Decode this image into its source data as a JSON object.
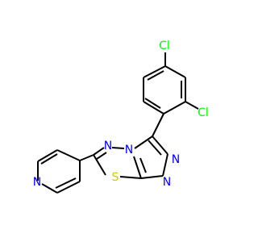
{
  "colors": {
    "bond": "#000000",
    "background": "#ffffff"
  },
  "atoms": {
    "cl_top": {
      "label": "Cl",
      "color": "#00ff00"
    },
    "cl_right": {
      "label": "Cl",
      "color": "#00ff00"
    },
    "n_pyridine": {
      "label": "N",
      "color": "#0000ff"
    },
    "n_triazole_top": {
      "label": "N",
      "color": "#0000ff"
    },
    "n_thiadiazole": {
      "label": "N",
      "color": "#0000ff"
    },
    "n_bridge": {
      "label": "N",
      "color": "#0000ff"
    },
    "n_triazole_right": {
      "label": "N",
      "color": "#0000ff"
    },
    "n_triazole_bottom": {
      "label": "N",
      "color": "#0000ff"
    },
    "s_ring": {
      "label": "S",
      "color": "#cccc00"
    }
  }
}
